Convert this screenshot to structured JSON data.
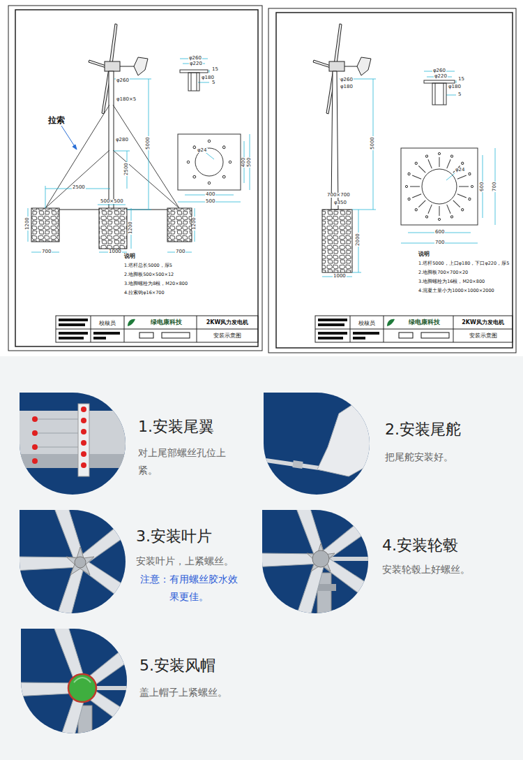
{
  "diagram": {
    "nodes": [
      {
        "text": [
          "校核员"
        ]
      },
      {
        "text": [
          "绿电康科技"
        ]
      },
      {
        "text": [
          "2KW风力发电机"
        ]
      },
      {
        "text": [
          "安装示意图"
        ]
      },
      {
        "text": [
          "校核员"
        ]
      },
      {
        "text": [
          "绿电康科技"
        ]
      },
      {
        "text": [
          "2KW风力发电机"
        ]
      },
      {
        "text": [
          "安装示意图"
        ]
      }
    ],
    "labels": [
      "拉索",
      "φ260",
      "φ180×5",
      "φ280",
      "5000",
      "2500",
      "2500",
      "500×500",
      "1200",
      "1200",
      "1200",
      "700",
      "1000",
      "700",
      "φ260",
      "φ220",
      "φ180",
      "15",
      "5",
      "φ24",
      "400",
      "500",
      "400",
      "500",
      "说明",
      "1.塔杆总长5000，厚5",
      "2.地脚板500×500×12",
      "3.地脚螺栓为8根，M20×800",
      "4.拉索钩φ16×700",
      "φ260",
      "φ180",
      "5000",
      "700×700",
      "φ350",
      "2000",
      "1000",
      "φ260",
      "φ220",
      "φ180",
      "15",
      "5",
      "φ24",
      "600",
      "700",
      "600",
      "700",
      "说明",
      "1.塔杆5000，上口φ180，下口φ220，厚5",
      "2.地脚板700×700×20",
      "3.地脚螺栓为16根，M20×800",
      "4.混凝土量小为1000×1000×2000",
      "1.安装尾翼",
      "对上尾部螺丝孔位上紧。",
      "2.安装尾舵",
      "把尾舵安装好。",
      "3.安装叶片",
      "安装叶片，上紧螺丝。",
      "注意：有用螺丝胶水效果更佳。",
      "4.安装轮毂",
      "安装轮毂上好螺丝。",
      "5.安装风帽",
      "盖上帽子上紧螺丝。"
    ]
  }
}
